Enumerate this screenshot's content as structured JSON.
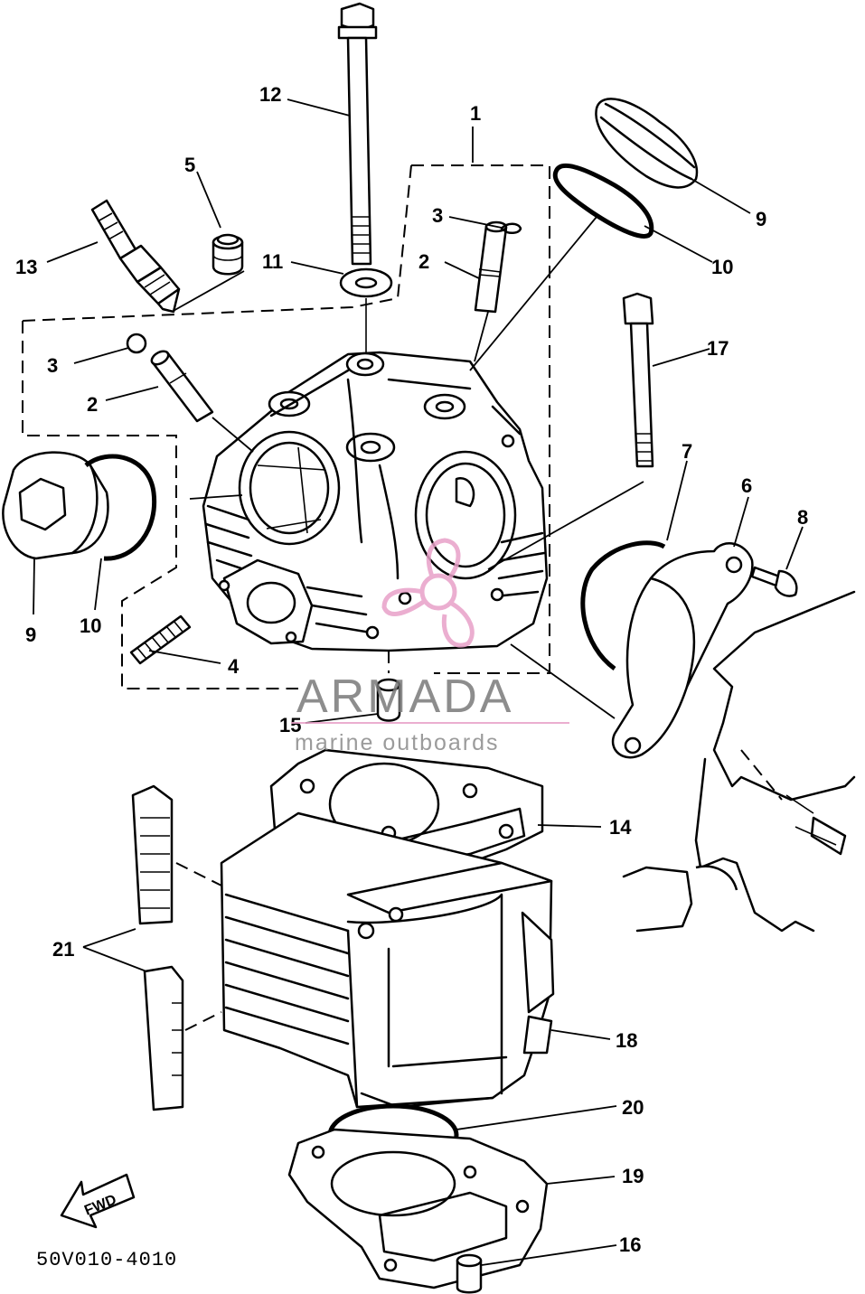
{
  "diagram": {
    "part_labels": [
      "1",
      "2",
      "2",
      "3",
      "3",
      "4",
      "5",
      "6",
      "7",
      "8",
      "9",
      "9",
      "10",
      "10",
      "11",
      "12",
      "13",
      "14",
      "15",
      "16",
      "17",
      "18",
      "19",
      "20",
      "21"
    ],
    "drawing_code": "50V010-4010",
    "fwd_marker": "FWD"
  },
  "watermark": {
    "brand": "ARMADA",
    "tagline": "marine outboards",
    "colors": {
      "grey": "#7a7a7a",
      "pink": "#e8a0c8"
    }
  }
}
